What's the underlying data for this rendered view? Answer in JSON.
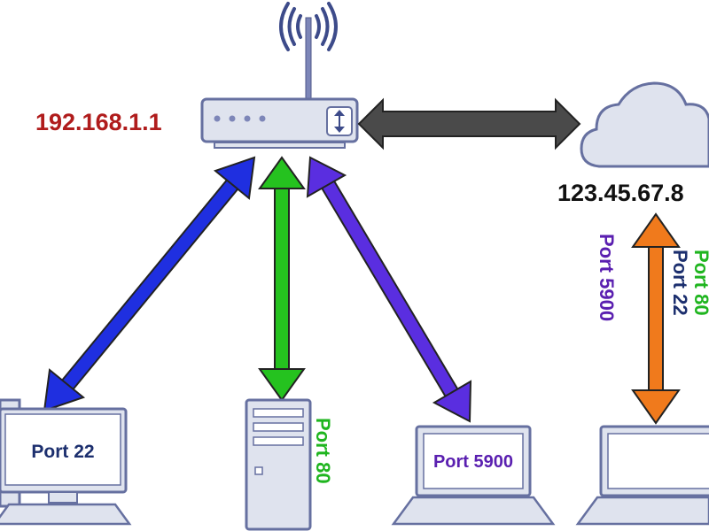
{
  "router": {
    "ip_label": "192.168.1.1"
  },
  "cloud": {
    "ip_label": "123.45.67.8"
  },
  "devices": {
    "desktop": {
      "label": "Port 22"
    },
    "server": {
      "label": "Port 80"
    },
    "laptop_middle": {
      "label": "Port 5900"
    },
    "laptop_right": {
      "label": ""
    }
  },
  "remote_ports": [
    "Port 5900",
    "Port 22",
    "Port 80"
  ],
  "colors": {
    "router_ip": "#b01c1c",
    "arrow_cloud": "#4a4a4a",
    "arrow_desktop": "#1f2fe0",
    "arrow_server": "#25c21f",
    "arrow_laptop": "#5a2ee0",
    "arrow_remote": "#f07a1c",
    "port_22": "#1c2f6e",
    "port_80": "#1fb51f",
    "port_5900": "#5a1fb0",
    "device_fill": "#dfe3ee",
    "device_stroke": "#6670a0"
  }
}
